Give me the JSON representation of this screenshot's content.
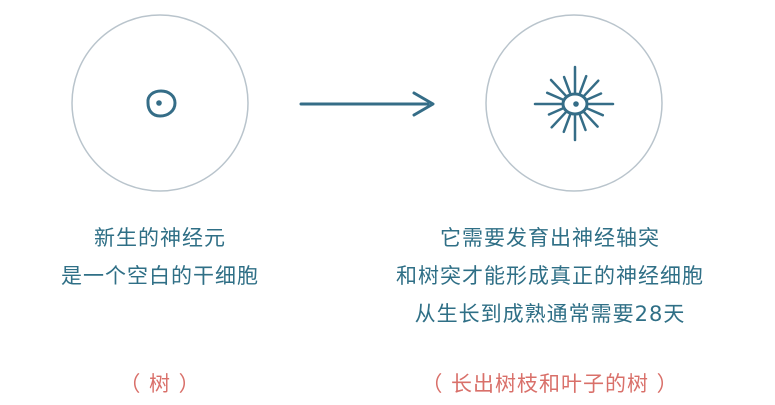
{
  "colors": {
    "circle": "#b9c4cc",
    "cell": "#356d87",
    "arrow": "#356d87",
    "text": "#2f6f86",
    "note": "#d9706a"
  },
  "left": {
    "caption_line1": "新生的神经元",
    "caption_line2": "是一个空白的干细胞",
    "note": "（ 树 ）"
  },
  "right": {
    "caption_line1": "它需要发育出神经轴突",
    "caption_line2": "和树突才能形成真正的神经细胞",
    "caption_line3": "从生长到成熟通常需要28天",
    "note": "（ 长出树枝和叶子的树 ）"
  }
}
